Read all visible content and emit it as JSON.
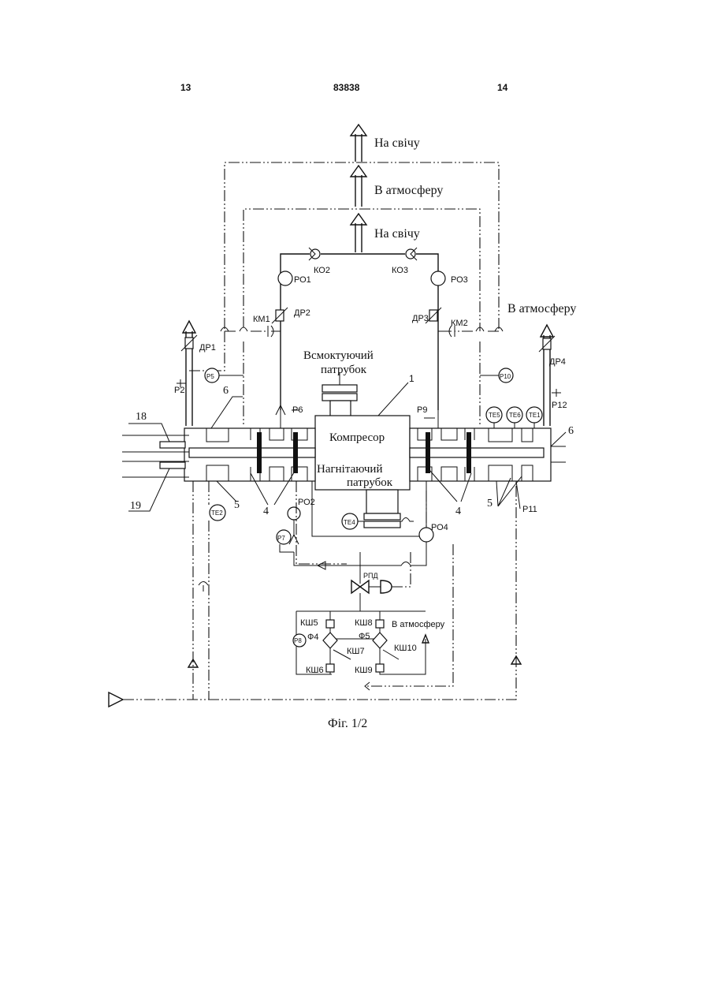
{
  "header": {
    "left_page": "13",
    "patent_number": "83838",
    "right_page": "14"
  },
  "outlets": {
    "to_flare_top": "На свічу",
    "to_atmosphere_top": "В атмосферу",
    "to_flare_inner": "На свічу",
    "to_atmosphere_right": "В атмосферу",
    "to_atmosphere_filters": "В атмосферу"
  },
  "components": {
    "suction_pipe": "Всмоктуючий патрубок",
    "compressor": "Компресор",
    "discharge_pipe": "Нагнітаючий патрубок"
  },
  "labels": {
    "ko2": "КО2",
    "ko3": "КО3",
    "ro1": "РО1",
    "ro3": "РО3",
    "ro2": "РО2",
    "ro4": "РО4",
    "km1": "КМ1",
    "km2": "КМ2",
    "dr1": "ДР1",
    "dr2": "ДР2",
    "dr3": "ДР3",
    "dr4": "ДР4",
    "p2": "Р2",
    "p5": "Р5",
    "p6": "Р6",
    "p7": "Р7",
    "p8": "Р8",
    "p9": "Р9",
    "p10": "Р10",
    "p11": "Р11",
    "p12": "Р12",
    "te1": "ТЕ1",
    "te2": "ТЕ2",
    "te4": "ТЕ4",
    "te5": "ТЕ5",
    "te6": "ТЕ6",
    "rpd": "РПД",
    "f4": "Ф4",
    "f5": "Ф5",
    "ksh5": "КШ5",
    "ksh6": "КШ6",
    "ksh7": "КШ7",
    "ksh8": "КШ8",
    "ksh9": "КШ9",
    "ksh10": "КШ10"
  },
  "callouts": {
    "n1": "1",
    "n4a": "4",
    "n4b": "4",
    "n5a": "5",
    "n5b": "5",
    "n6a": "6",
    "n6b": "6",
    "n18": "18",
    "n19": "19"
  },
  "caption": "Фіг. 1/2"
}
